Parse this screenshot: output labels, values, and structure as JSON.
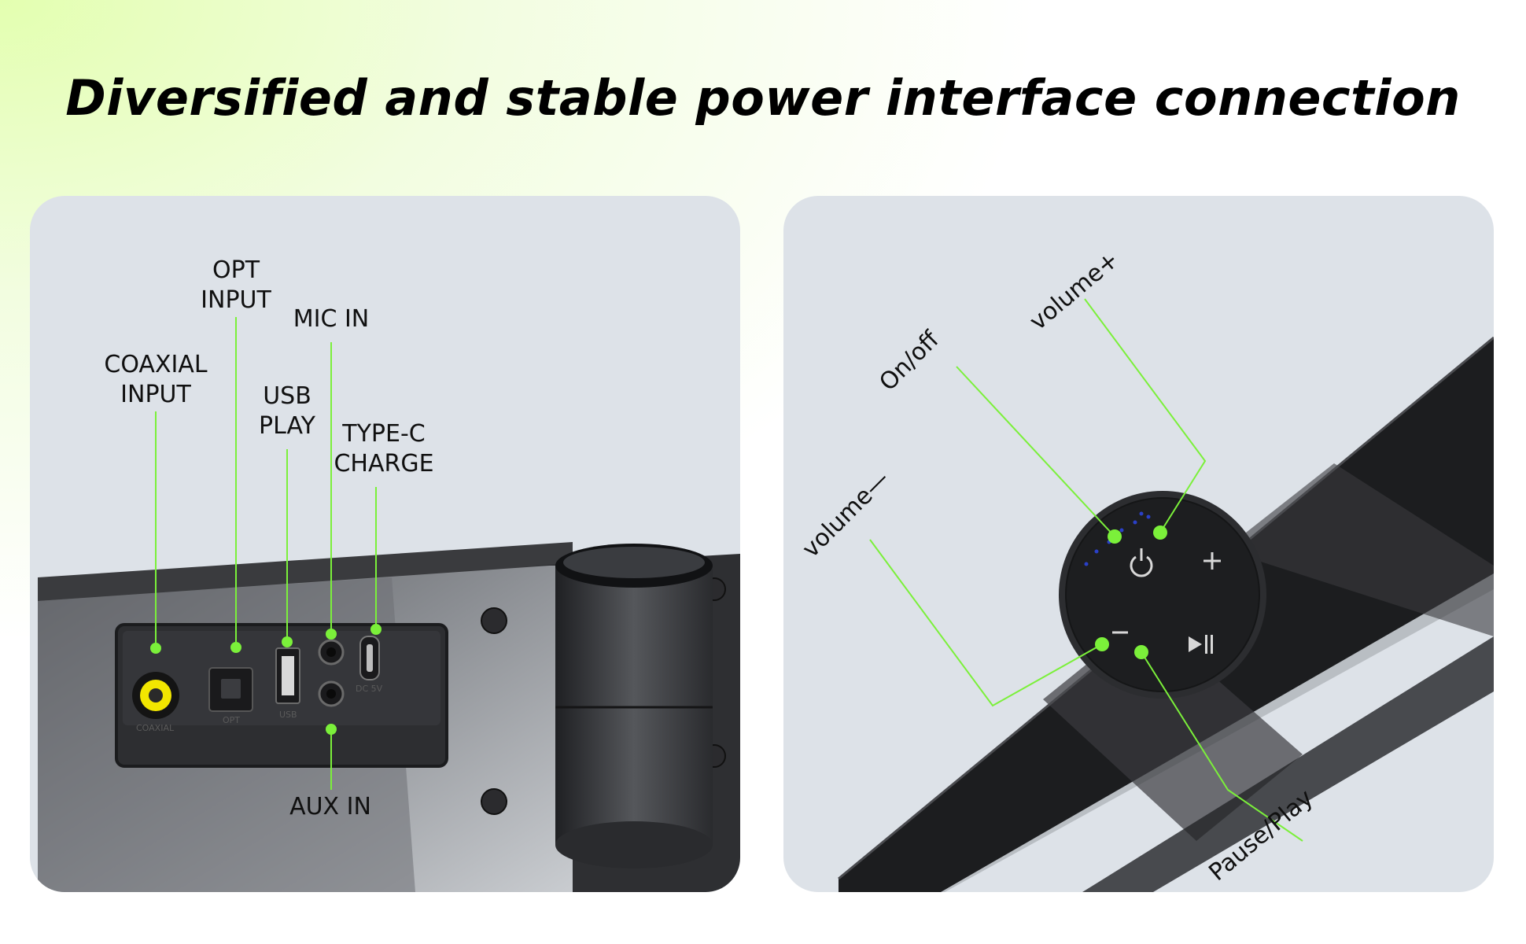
{
  "title": "Diversified and stable  power interface connection",
  "colors": {
    "accent_green": "#7bf03a",
    "panel_bg": "#dde2e8",
    "device_dark": "#2b2d30",
    "rca_yellow": "#f2e600"
  },
  "left_panel": {
    "labels": {
      "coaxial": "COAXIAL\nINPUT",
      "opt": "OPT\nINPUT",
      "usb": "USB\nPLAY",
      "mic": "MIC IN",
      "typec": "TYPE-C\nCHARGE",
      "aux": "AUX IN"
    },
    "port_captions": {
      "coaxial": "COAXIAL",
      "opt": "OPT",
      "usb": "USB",
      "dc": "DC 5V"
    }
  },
  "right_panel": {
    "labels": {
      "on_off": "On/off",
      "volume_plus": "volume+",
      "volume_minus": "volume—",
      "pause_play": "Pause/Play"
    },
    "button_icons": [
      "power-icon",
      "plus-icon",
      "minus-icon",
      "play-pause-icon"
    ]
  }
}
